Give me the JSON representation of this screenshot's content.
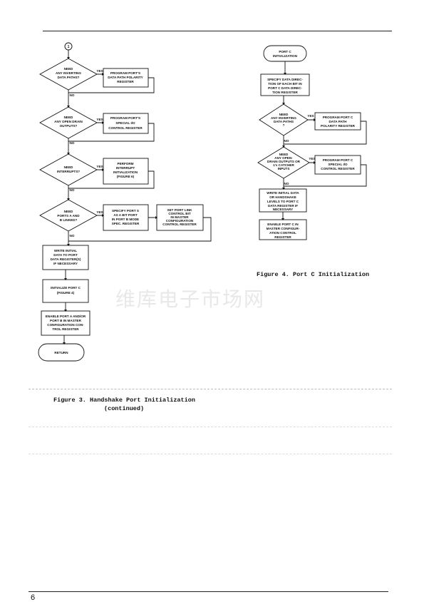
{
  "figure3": {
    "connector_label": "1",
    "decisions": [
      {
        "id": "d1",
        "lines": [
          "NEED",
          "ANY INVERTING",
          "DATA PATHS?"
        ]
      },
      {
        "id": "d2",
        "lines": [
          "NEED",
          "ANY OPEN DRAIN",
          "OUTPUTS?"
        ]
      },
      {
        "id": "d3",
        "lines": [
          "NEED",
          "INTERRUPTS?"
        ]
      },
      {
        "id": "d4",
        "lines": [
          "NEED",
          "PORTS A AND",
          "B LINKED?"
        ]
      }
    ],
    "process_boxes": [
      {
        "id": "p1",
        "lines": [
          "PROGRAM PORT'S",
          "DATA PATH POLARITY",
          "REGISTER"
        ]
      },
      {
        "id": "p2",
        "lines": [
          "PROGRAM PORT'S",
          "SPECIAL I/O",
          "CONTROL REGISTER"
        ]
      },
      {
        "id": "p3",
        "lines": [
          "PERFORM",
          "INTERRUPT",
          "INITIALIZATION",
          "(FIGURE 6)"
        ]
      },
      {
        "id": "p4",
        "lines": [
          "SPECIFY PORT S",
          "AS A BIT PORT",
          "IN PORT B MODE",
          "SPEC. REGISTER"
        ]
      },
      {
        "id": "p5",
        "lines": [
          "SET PORT LINK",
          "CONTROL BIT",
          "IN MASTER",
          "CONFIGURATION",
          "CONTROL REGISTER"
        ]
      },
      {
        "id": "p6",
        "lines": [
          "WRITE INITIAL",
          "DATA TO PORT",
          "DATA REGISTER(S)",
          "IF NECESSARY"
        ]
      },
      {
        "id": "p7",
        "lines": [
          "INITIALIZE PORT C",
          "(FIGURE 4)"
        ]
      },
      {
        "id": "p8",
        "lines": [
          "ENABLE PORT A AND/OR",
          "PORT B IN MASTER",
          "CONFIGURATION CON-",
          "TROL REGISTER"
        ]
      }
    ],
    "terminal": {
      "lines": [
        "RETURN"
      ]
    },
    "yes_label": "YES",
    "no_label": "NO",
    "caption_line1": "Figure 3.  Handshake Port Initialization",
    "caption_line2": "(continued)"
  },
  "figure4": {
    "start": {
      "lines": [
        "PORT C",
        "INITIALIZATION"
      ]
    },
    "process_boxes": [
      {
        "id": "q1",
        "lines": [
          "SPECIFY DATA DIREC-",
          "TION OF EACH BIT IN",
          "PORT C DATA DIREC-",
          "TION REGISTER"
        ]
      },
      {
        "id": "q2",
        "lines": [
          "PROGRAM PORT C",
          "DATA PATH",
          "POLARITY REGISTER"
        ]
      },
      {
        "id": "q3",
        "lines": [
          "PROGRAM PORT C",
          "SPECIAL I/O",
          "CONTROL REGISTER"
        ]
      },
      {
        "id": "q4",
        "lines": [
          "WRITE INITIAL DATA",
          "OR HANDSHAKE",
          "LEVELS TO PORT C",
          "DATA REGISTER IF",
          "NECESSARY"
        ]
      },
      {
        "id": "q5",
        "lines": [
          "ENABLE PORT C IN",
          "MASTER CONFIGUR-",
          "ATION CONTROL",
          "REGISTER"
        ]
      }
    ],
    "decisions": [
      {
        "id": "e1",
        "lines": [
          "NEED",
          "ANY INVERTING",
          "DATA PATHS",
          "?"
        ]
      },
      {
        "id": "e2",
        "lines": [
          "NEED",
          "ANY OPEN-",
          "DRAIN OUTPUTS OR",
          "1's CATCHER",
          "INPUTS"
        ]
      }
    ],
    "yes_label": "YES",
    "no_label": "NO",
    "caption": "Figure 4.  Port C Initialization"
  },
  "watermark": "维库电子市场网",
  "page_number": "6"
}
